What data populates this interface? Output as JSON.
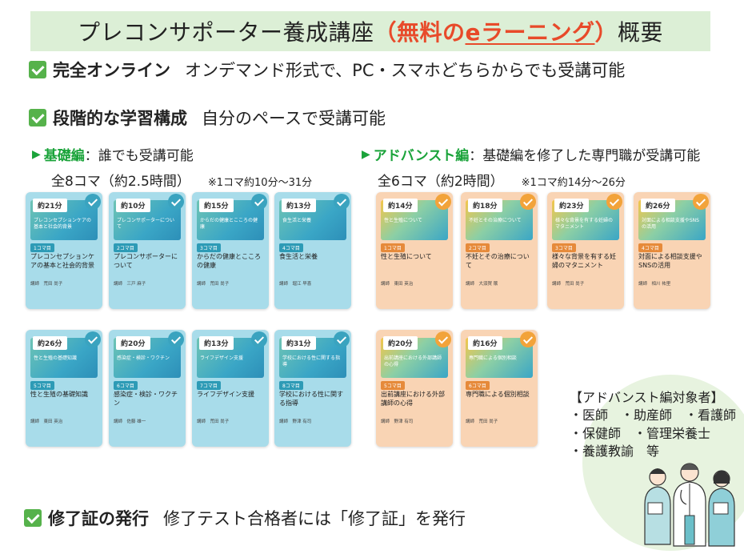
{
  "title": {
    "part1": "プレコンサポーター養成講座",
    "paren_open": "（",
    "free": "無料の",
    "elearning": "eラーニング",
    "paren_close": "）",
    "part2": " 概要"
  },
  "features": [
    {
      "bold": "完全オンライン",
      "text": "オンデマンド形式で、PC・スマホどちらからでも受講可能"
    },
    {
      "bold": "段階的な学習構成",
      "text": "自分のペースで受講可能"
    },
    {
      "bold": "修了証の発行",
      "text": "修了テスト合格者には「修了証」を発行"
    }
  ],
  "basic": {
    "name": "基礎編",
    "desc": "：誰でも受講可能",
    "count": "全8コマ（約2.5時間）",
    "note": "※1コマ約10分～31分",
    "cards": [
      {
        "time": "約21分",
        "thumb": "プレコンセプションケアの基本と社会的背景",
        "badge": "1コマ目",
        "title": "プレコンセプションケアの基本と社会的背景",
        "lecturer": "講師　荒田 尚子"
      },
      {
        "time": "約10分",
        "thumb": "プレコンサポーターについて",
        "badge": "2コマ目",
        "title": "プレコンサポーターについて",
        "lecturer": "講師　三戸 麻子"
      },
      {
        "time": "約15分",
        "thumb": "からだの健康とこころの健康",
        "badge": "3コマ目",
        "title": "からだの健康とこころの健康",
        "lecturer": "講師　荒田 尚子"
      },
      {
        "time": "約13分",
        "thumb": "食生活と栄養",
        "badge": "4コマ目",
        "title": "食生活と栄養",
        "lecturer": "講師　堀江 早喜"
      },
      {
        "time": "約26分",
        "thumb": "性と生殖の基礎知識",
        "badge": "5コマ目",
        "title": "性と生殖の基礎知識",
        "lecturer": "講師　東田 英治"
      },
      {
        "time": "約20分",
        "thumb": "感染症・検診・ワクチン",
        "badge": "6コマ目",
        "title": "感染症・検診・ワクチン",
        "lecturer": "講師　佐藤 雄一"
      },
      {
        "time": "約13分",
        "thumb": "ライフデザイン支援",
        "badge": "7コマ目",
        "title": "ライフデザイン支援",
        "lecturer": "講師　荒田 尚子"
      },
      {
        "time": "約31分",
        "thumb": "学校における性に関する指導",
        "badge": "8コマ目",
        "title": "学校における性に関する指導",
        "lecturer": "講師　野津 有司"
      }
    ]
  },
  "advanced": {
    "name": "アドバンスト編",
    "desc": "：基礎編を修了した専門職が受講可能",
    "count": "全6コマ（約2時間）",
    "note": "※1コマ約14分～26分",
    "cards": [
      {
        "time": "約14分",
        "thumb": "性と生殖について",
        "badge": "1コマ目",
        "title": "性と生殖について",
        "lecturer": "講師　東田 英治"
      },
      {
        "time": "約18分",
        "thumb": "不妊とその治療について",
        "badge": "2コマ目",
        "title": "不妊とその治療について",
        "lecturer": "講師　大須賀 穣"
      },
      {
        "time": "約23分",
        "thumb": "様々な背景を有する妊婦のマタニメント",
        "badge": "3コマ目",
        "title": "様々な背景を有する妊婦のマタニメント",
        "lecturer": "講師　荒田 尚子"
      },
      {
        "time": "約26分",
        "thumb": "対面による相談支援やSNSの活用",
        "badge": "4コマ目",
        "title": "対面による相談支援やSNSの活用",
        "lecturer": "講師　相川 祐里"
      },
      {
        "time": "約20分",
        "thumb": "出前講座における外部講師の心得",
        "badge": "5コマ目",
        "title": "出前講座における外部講師の心得",
        "lecturer": "講師　野津 有司"
      },
      {
        "time": "約16分",
        "thumb": "専門職による個別相談",
        "badge": "6コマ目",
        "title": "専門職による個別相談",
        "lecturer": "講師　荒田 尚子"
      }
    ]
  },
  "target": {
    "header": "【アドバンスト編対象者】",
    "line1": "・医師　・助産師　・看護師",
    "line2": "・保健師　・管理栄養士",
    "line3": "・養護教諭　等"
  },
  "colors": {
    "title_bg": "#dcefd6",
    "green": "#1aa33a",
    "red": "#e84a2a",
    "basic_card": "#a8dcea",
    "adv_card": "#f9d4b4"
  }
}
